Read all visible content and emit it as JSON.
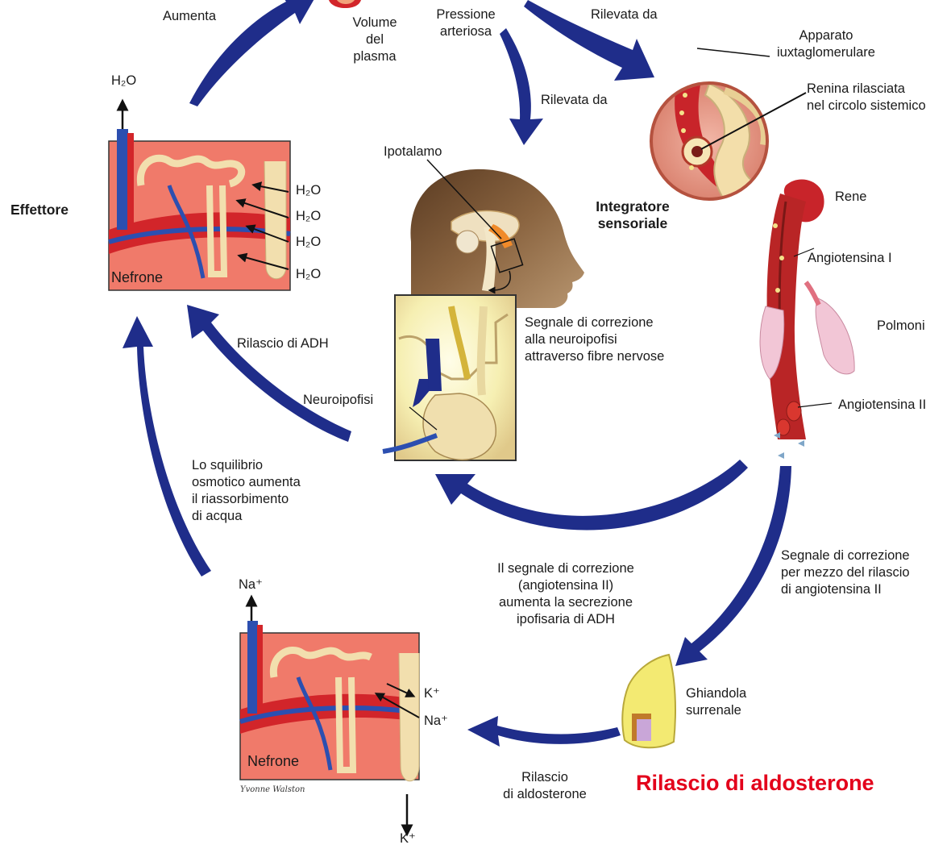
{
  "colors": {
    "arrow": "#1f2d8a",
    "tissue": "#f07a6a",
    "artery": "#d2252a",
    "vein": "#2c4fb0",
    "tubule": "#f2dfae",
    "label_red": "#e3001b"
  },
  "top": {
    "aumenta": "Aumenta",
    "volume": "Volume\ndel\nplasma",
    "pressione": "Pressione\narteriosa",
    "rilevata_right": "Rilevata da",
    "rilevata_mid": "Rilevata da"
  },
  "jga": {
    "apparato": "Apparato\niuxtaglomerulare",
    "renina": "Renina rilasciata\nnel circolo sistemico"
  },
  "left": {
    "h2o_top": "H₂O",
    "effettore": "Effettore",
    "h2o_list": [
      "H₂O",
      "H₂O",
      "H₂O",
      "H₂O"
    ],
    "nefrone": "Nefrone"
  },
  "center": {
    "ipotalamo": "Ipotalamo",
    "integratore": "Integratore\nsensoriale",
    "segnale_neuro": "Segnale di correzione\nalla neuroipofisi\nattraverso fibre nervose",
    "rilascio_adh": "Rilascio di ADH",
    "neuroipofisi": "Neuroipofisi"
  },
  "right": {
    "rene": "Rene",
    "angiotensina1": "Angiotensina I",
    "polmoni": "Polmoni",
    "angiotensina2": "Angiotensina II"
  },
  "lower": {
    "squilibrio": "Lo squilibrio\nosmotico aumenta\nil riassorbimento\ndi acqua",
    "segnale_ang": "Il segnale di correzione\n(angiotensina II)\naumenta la secrezione\nipofisaria di ADH",
    "segnale_rilascio": "Segnale di correzione\nper mezzo del rilascio\ndi angiotensina II",
    "ghiandola": "Ghiandola\nsurrenale",
    "rilascio_aldo": "Rilascio\ndi aldosterone",
    "rilascio_aldo_big": "Rilascio di aldosterone"
  },
  "bottom_nephron": {
    "na_top": "Na⁺",
    "k_right": "K⁺",
    "na_right": "Na⁺",
    "k_bottom": "K⁺",
    "nefrone": "Nefrone",
    "signature": "Yvonne Walston"
  }
}
